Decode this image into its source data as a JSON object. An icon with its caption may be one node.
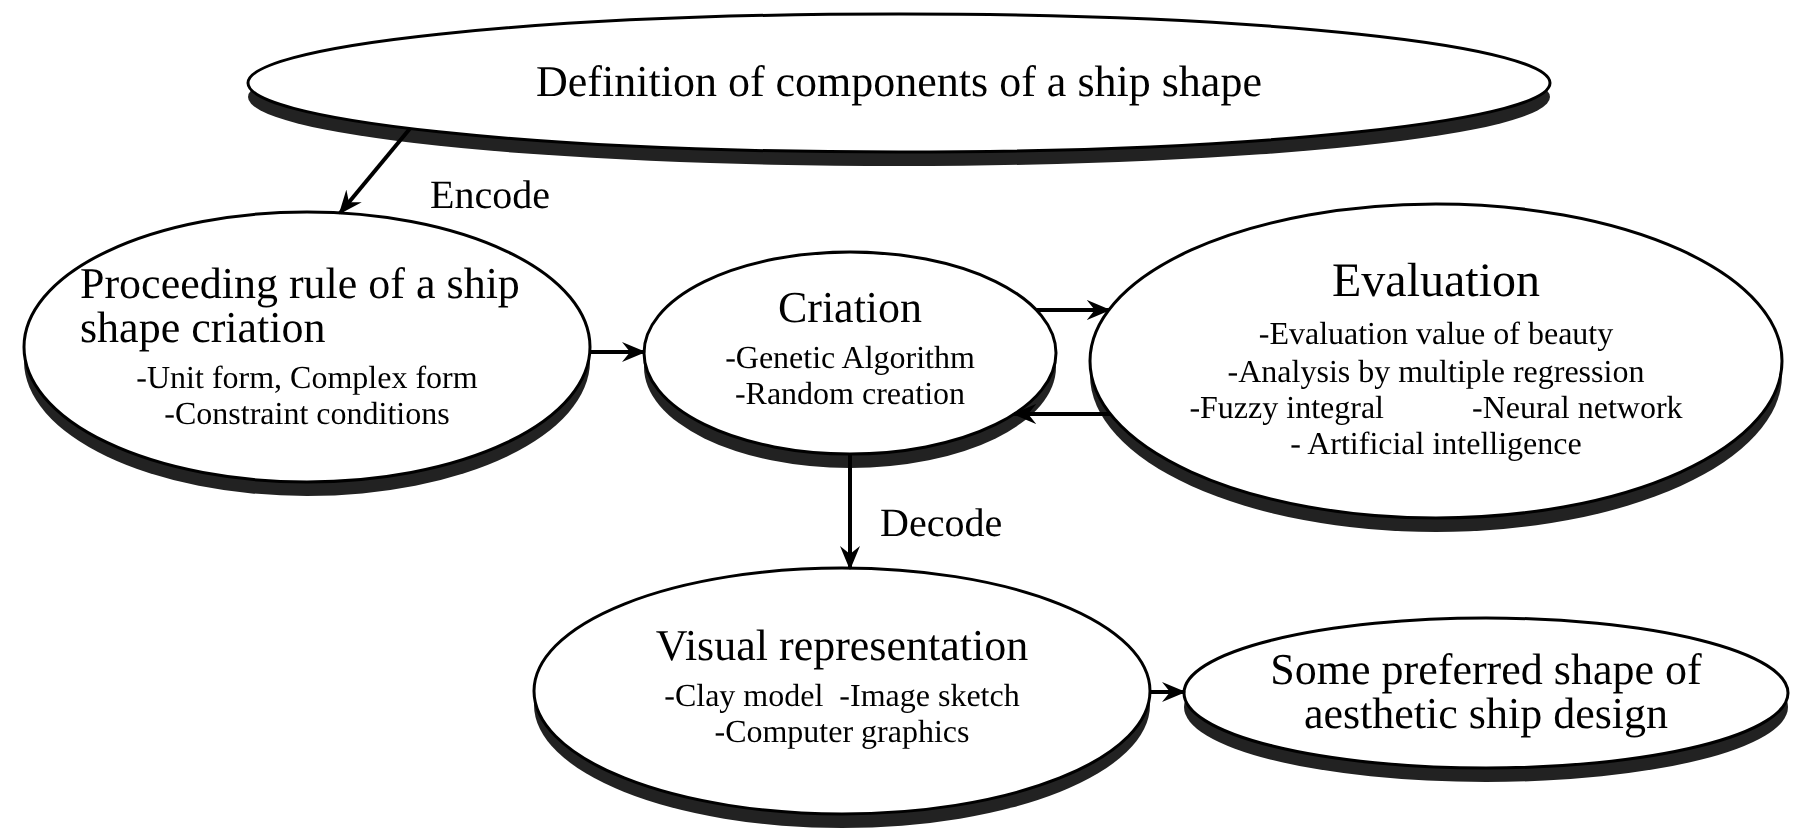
{
  "diagram": {
    "nodes": [
      {
        "text": [
          "Definition of  components of a ship shape"
        ]
      },
      {
        "text": [
          "Proceeding rule of a ship shape criation",
          "-Unit form, Complex form",
          "-Constraint conditions"
        ]
      },
      {
        "text": [
          "Criation",
          "-Genetic Algorithm",
          "-Random creation"
        ]
      },
      {
        "text": [
          "Evaluation",
          "-Evaluation value of beauty",
          "-Analysis by multiple regression",
          "-Fuzzy integral",
          "-Neural network",
          "- Artificial intelligence"
        ]
      },
      {
        "text": [
          "Visual representation",
          "-Clay model",
          "-Image sketch",
          "-Computer graphics"
        ]
      },
      {
        "text": [
          "Some preferred shape of aesthetic ship design"
        ]
      }
    ],
    "edges": [
      {
        "from": 0,
        "to": 1,
        "arrow": "to",
        "label": "Encode"
      },
      {
        "from": 1,
        "to": 2,
        "arrow": "to"
      },
      {
        "from": 2,
        "to": 3,
        "arrow": "to"
      },
      {
        "from": 3,
        "to": 2,
        "arrow": "to"
      },
      {
        "from": 2,
        "to": 4,
        "arrow": "to",
        "label": "Decode"
      },
      {
        "from": 4,
        "to": 5,
        "arrow": "to"
      }
    ]
  }
}
